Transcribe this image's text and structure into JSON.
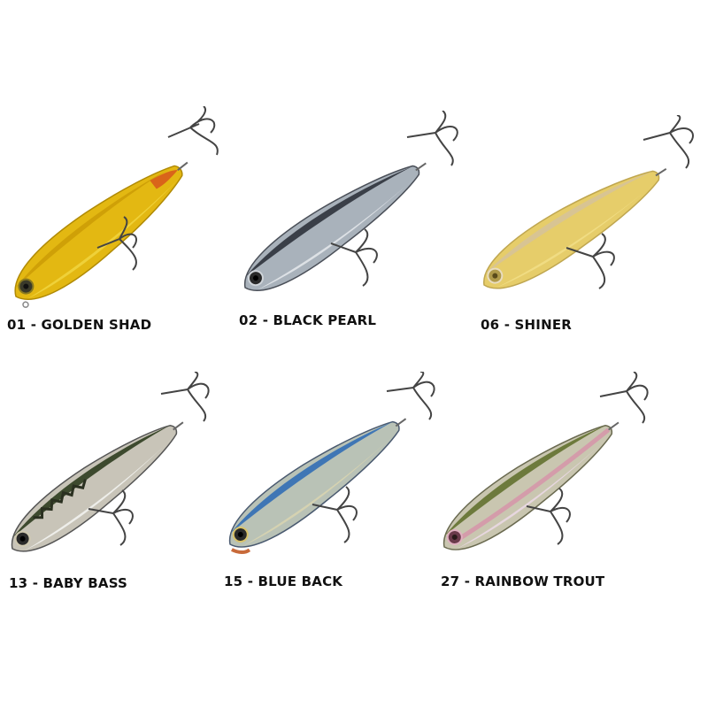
{
  "lures": [
    {
      "label": "01 - GOLDEN SHAD",
      "body_color": "#e3b812",
      "back_color": "#c99a05",
      "belly_color": "#f4dc4a",
      "throat_color": "#d9641a",
      "eye_color": "#3a3a2a"
    },
    {
      "label": "02 - BLACK PEARL",
      "body_color": "#a9b2bb",
      "back_color": "#3a3f48",
      "belly_color": "#e2e6ea",
      "throat_color": "#8a9099",
      "eye_color": "#2a2a2a"
    },
    {
      "label": "06 - SHINER",
      "body_color": "#e6cd6a",
      "back_color": "#d6c398",
      "belly_color": "#f2e08a",
      "throat_color": "#e8dcc0",
      "eye_color": "#b09a4a"
    },
    {
      "label": "13 - BABY BASS",
      "body_color": "#c8c4b8",
      "back_color": "#3d4a2e",
      "belly_color": "#eeeeea",
      "throat_color": "#9a9a90",
      "eye_color": "#2a2a2a"
    },
    {
      "label": "15 - BLUE BACK",
      "body_color": "#b9c2b6",
      "back_color": "#3f76b5",
      "belly_color": "#d8d4b0",
      "throat_color": "#c86a3a",
      "eye_color": "#2a2a2a"
    },
    {
      "label": "27 - RAINBOW TROUT",
      "body_color": "#c9c6b0",
      "back_color": "#6d7a3c",
      "belly_color": "#e7d7df",
      "throat_color": "#d98aa8",
      "eye_color": "#6a3a4a"
    }
  ]
}
